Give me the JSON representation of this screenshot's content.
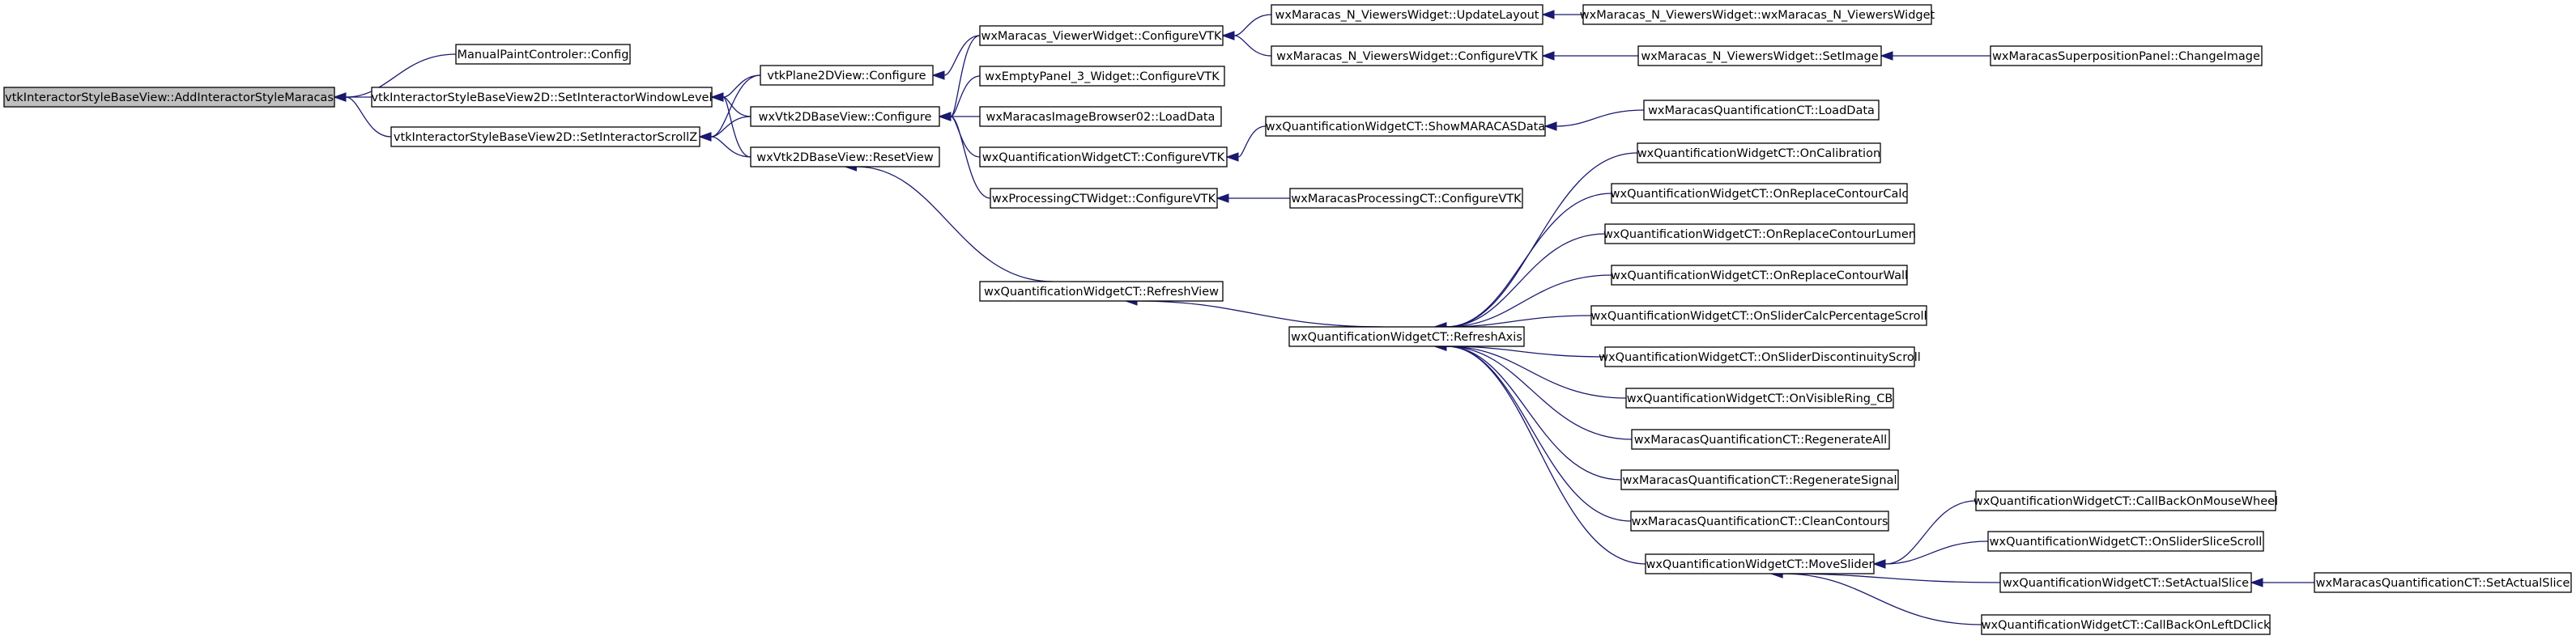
{
  "graph": {
    "edge_color": "#191970",
    "root_fill": "#bfbfbf",
    "nodes": [
      {
        "id": "n0",
        "label": "vtkInteractorStyleBaseView::AddInteractorStyleMaracas",
        "root": true
      },
      {
        "id": "n1",
        "label": "ManualPaintControler::Config"
      },
      {
        "id": "n2",
        "label": "vtkInteractorStyleBaseView2D::SetInteractorWindowLevel"
      },
      {
        "id": "n3",
        "label": "vtkInteractorStyleBaseView2D::SetInteractorScrollZ"
      },
      {
        "id": "n4",
        "label": "vtkPlane2DView::Configure"
      },
      {
        "id": "n5",
        "label": "wxVtk2DBaseView::Configure"
      },
      {
        "id": "n6",
        "label": "wxVtk2DBaseView::ResetView"
      },
      {
        "id": "n7",
        "label": "wxMaracas_ViewerWidget::ConfigureVTK"
      },
      {
        "id": "n8",
        "label": "wxEmptyPanel_3_Widget::ConfigureVTK"
      },
      {
        "id": "n9",
        "label": "wxMaracasImageBrowser02::LoadData"
      },
      {
        "id": "n10",
        "label": "wxQuantificationWidgetCT::ConfigureVTK"
      },
      {
        "id": "n11",
        "label": "wxProcessingCTWidget::ConfigureVTK"
      },
      {
        "id": "n12",
        "label": "wxQuantificationWidgetCT::RefreshView"
      },
      {
        "id": "n13",
        "label": "wxMaracas_N_ViewersWidget::UpdateLayout"
      },
      {
        "id": "n14",
        "label": "wxMaracas_N_ViewersWidget::ConfigureVTK"
      },
      {
        "id": "n15",
        "label": "wxQuantificationWidgetCT::ShowMARACASData"
      },
      {
        "id": "n16",
        "label": "wxMaracasProcessingCT::ConfigureVTK"
      },
      {
        "id": "n17",
        "label": "wxQuantificationWidgetCT::RefreshAxis"
      },
      {
        "id": "n18",
        "label": "wxMaracas_N_ViewersWidget::wxMaracas_N_ViewersWidget"
      },
      {
        "id": "n19",
        "label": "wxMaracas_N_ViewersWidget::SetImage"
      },
      {
        "id": "n20",
        "label": "wxMaracasSuperpositionPanel::ChangeImage"
      },
      {
        "id": "n21",
        "label": "wxMaracasQuantificationCT::LoadData"
      },
      {
        "id": "n22",
        "label": "wxQuantificationWidgetCT::OnCalibration"
      },
      {
        "id": "n23",
        "label": "wxQuantificationWidgetCT::OnReplaceContourCalc"
      },
      {
        "id": "n24",
        "label": "wxQuantificationWidgetCT::OnReplaceContourLumen"
      },
      {
        "id": "n25",
        "label": "wxQuantificationWidgetCT::OnReplaceContourWall"
      },
      {
        "id": "n26",
        "label": "wxQuantificationWidgetCT::OnSliderCalcPercentageScroll"
      },
      {
        "id": "n27",
        "label": "wxQuantificationWidgetCT::OnSliderDiscontinuityScroll"
      },
      {
        "id": "n28",
        "label": "wxQuantificationWidgetCT::OnVisibleRing_CB"
      },
      {
        "id": "n29",
        "label": "wxMaracasQuantificationCT::RegenerateAll"
      },
      {
        "id": "n30",
        "label": "wxMaracasQuantificationCT::RegenerateSignal"
      },
      {
        "id": "n31",
        "label": "wxMaracasQuantificationCT::CleanContours"
      },
      {
        "id": "n32",
        "label": "wxQuantificationWidgetCT::MoveSlider"
      },
      {
        "id": "n33",
        "label": "wxQuantificationWidgetCT::CallBackOnMouseWheel"
      },
      {
        "id": "n34",
        "label": "wxQuantificationWidgetCT::OnSliderSliceScroll"
      },
      {
        "id": "n35",
        "label": "wxQuantificationWidgetCT::SetActualSlice"
      },
      {
        "id": "n36",
        "label": "wxQuantificationWidgetCT::CallBackOnLeftDClick"
      },
      {
        "id": "n37",
        "label": "wxMaracasQuantificationCT::SetActualSlice"
      }
    ],
    "edges": [
      {
        "from": "n1",
        "to": "n0"
      },
      {
        "from": "n2",
        "to": "n0"
      },
      {
        "from": "n3",
        "to": "n0"
      },
      {
        "from": "n4",
        "to": "n2"
      },
      {
        "from": "n5",
        "to": "n2"
      },
      {
        "from": "n6",
        "to": "n2"
      },
      {
        "from": "n4",
        "to": "n3"
      },
      {
        "from": "n5",
        "to": "n3"
      },
      {
        "from": "n6",
        "to": "n3"
      },
      {
        "from": "n7",
        "to": "n4"
      },
      {
        "from": "n7",
        "to": "n5"
      },
      {
        "from": "n8",
        "to": "n5"
      },
      {
        "from": "n9",
        "to": "n5"
      },
      {
        "from": "n10",
        "to": "n5"
      },
      {
        "from": "n11",
        "to": "n5"
      },
      {
        "from": "n12",
        "to": "n6"
      },
      {
        "from": "n13",
        "to": "n7"
      },
      {
        "from": "n14",
        "to": "n7"
      },
      {
        "from": "n18",
        "to": "n13"
      },
      {
        "from": "n19",
        "to": "n14"
      },
      {
        "from": "n20",
        "to": "n19"
      },
      {
        "from": "n15",
        "to": "n10"
      },
      {
        "from": "n21",
        "to": "n15"
      },
      {
        "from": "n16",
        "to": "n11"
      },
      {
        "from": "n17",
        "to": "n12"
      },
      {
        "from": "n22",
        "to": "n17"
      },
      {
        "from": "n23",
        "to": "n17"
      },
      {
        "from": "n24",
        "to": "n17"
      },
      {
        "from": "n25",
        "to": "n17"
      },
      {
        "from": "n26",
        "to": "n17"
      },
      {
        "from": "n27",
        "to": "n17"
      },
      {
        "from": "n28",
        "to": "n17"
      },
      {
        "from": "n29",
        "to": "n17"
      },
      {
        "from": "n30",
        "to": "n17"
      },
      {
        "from": "n31",
        "to": "n17"
      },
      {
        "from": "n32",
        "to": "n17"
      },
      {
        "from": "n33",
        "to": "n32"
      },
      {
        "from": "n34",
        "to": "n32"
      },
      {
        "from": "n35",
        "to": "n32"
      },
      {
        "from": "n36",
        "to": "n32"
      },
      {
        "from": "n37",
        "to": "n35"
      }
    ]
  }
}
